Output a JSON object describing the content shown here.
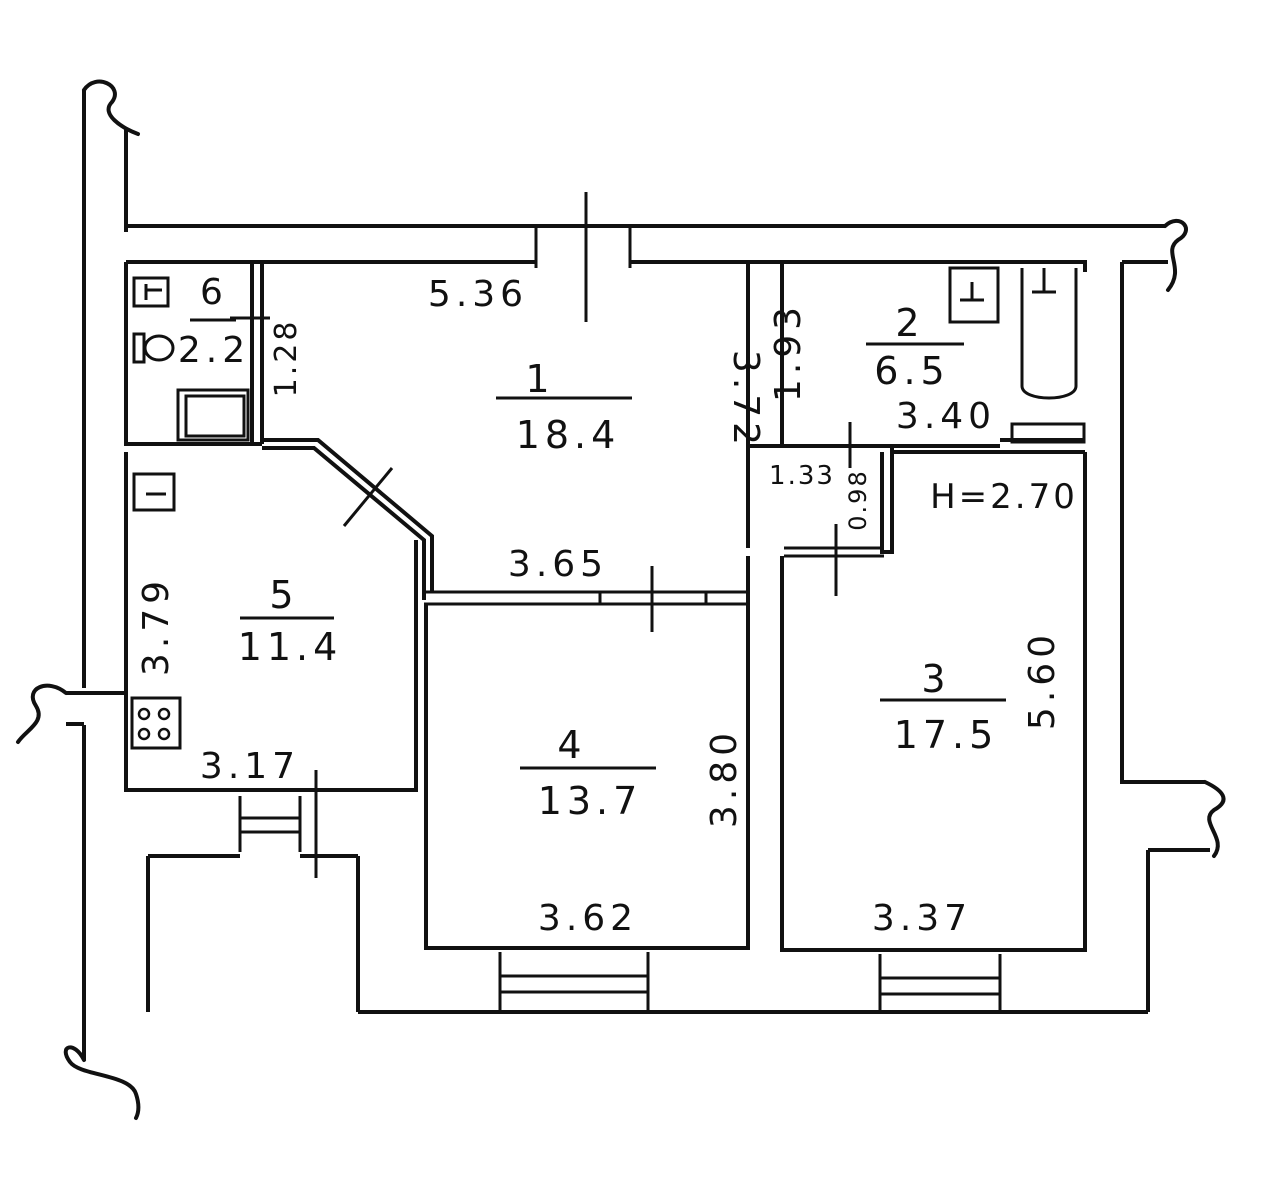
{
  "rooms": {
    "r1": {
      "number": "1",
      "area": "18.4"
    },
    "r2": {
      "number": "2",
      "area": "6.5"
    },
    "r3": {
      "number": "3",
      "area": "17.5"
    },
    "r4": {
      "number": "4",
      "area": "13.7"
    },
    "r5": {
      "number": "5",
      "area": "11.4"
    },
    "r6": {
      "number": "6",
      "area": "2.2"
    }
  },
  "dimensions": {
    "r1_top": "5.36",
    "r1_right": "3.72",
    "r1_bottom": "3.65",
    "r2_left": "1.93",
    "r2_bottom": "3.40",
    "r3_right": "5.60",
    "r3_bottom": "3.37",
    "r4_right": "3.80",
    "r4_bottom": "3.62",
    "r5_left": "3.79",
    "r5_bottom": "3.17",
    "r6_right": "1.28",
    "hall_w": "1.33",
    "hall_h": "0.98"
  },
  "ceiling_height": "H=2.70"
}
